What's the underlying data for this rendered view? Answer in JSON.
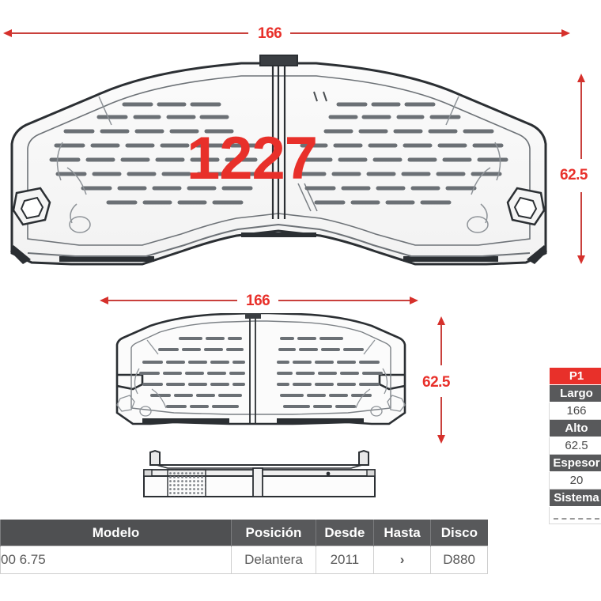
{
  "part_number": "1227",
  "colors": {
    "accent_red": "#E8302A",
    "dim_red": "#C9403C",
    "header_gray": "#58595B"
  },
  "dimensions": {
    "top_length": "166",
    "top_height": "62.5",
    "lower_length": "166",
    "lower_height": "62.5"
  },
  "spec_table": {
    "title": "P1",
    "rows": [
      {
        "label": "Largo",
        "value": "166"
      },
      {
        "label": "Alto",
        "value": "62.5"
      },
      {
        "label": "Espesor",
        "value": "20"
      },
      {
        "label": "Sistema",
        "value": ""
      }
    ]
  },
  "fitment_table": {
    "headers": [
      "Modelo",
      "Posición",
      "Desde",
      "Hasta",
      "Disco"
    ],
    "rows": [
      {
        "modelo": "00 6.75",
        "posicion": "Delantera",
        "desde": "2011",
        "hasta": "›",
        "disco": "D880"
      }
    ]
  }
}
